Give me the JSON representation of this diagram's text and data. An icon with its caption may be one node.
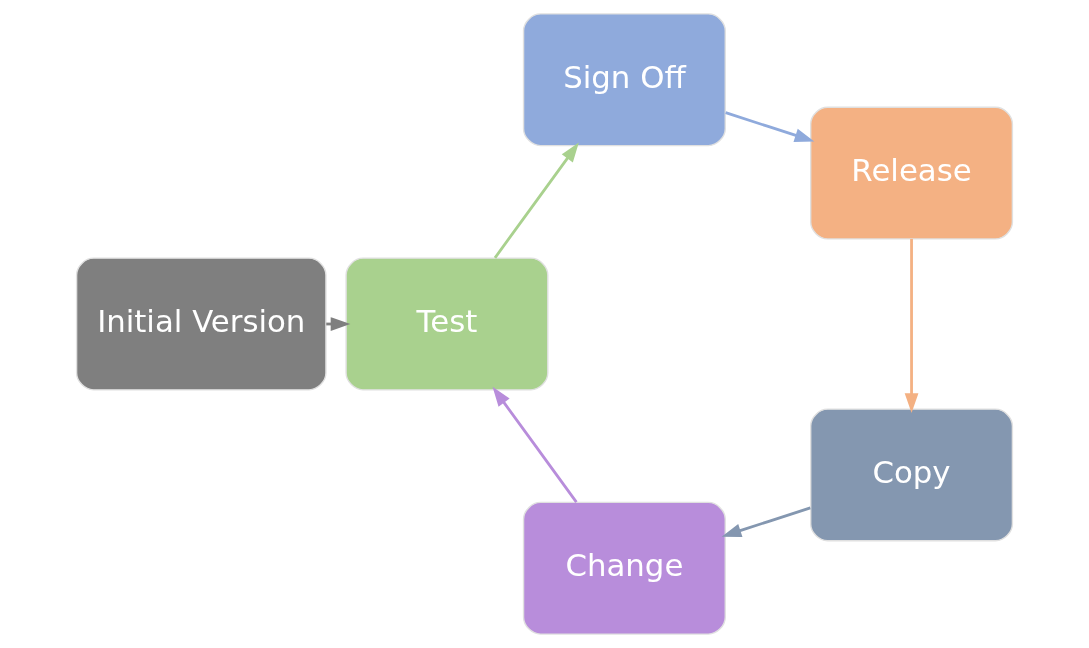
{
  "diagram": {
    "nodes": [
      {
        "text": [
          "Initial Version"
        ]
      },
      {
        "text": [
          "Test"
        ]
      },
      {
        "text": [
          "Sign Off"
        ]
      },
      {
        "text": [
          "Release"
        ]
      },
      {
        "text": [
          "Copy"
        ]
      },
      {
        "text": [
          "Change"
        ]
      }
    ],
    "edges": [
      {
        "from": 0,
        "to": 1,
        "arrow": "to",
        "color": "#7f7f7f"
      },
      {
        "from": 1,
        "to": 2,
        "arrow": "to",
        "color": "#a9d18e"
      },
      {
        "from": 2,
        "to": 3,
        "arrow": "to",
        "color": "#8faadc"
      },
      {
        "from": 3,
        "to": 4,
        "arrow": "to",
        "color": "#f4b183"
      },
      {
        "from": 4,
        "to": 5,
        "arrow": "to",
        "color": "#8497b0"
      },
      {
        "from": 5,
        "to": 1,
        "arrow": "to",
        "color": "#b88ddb"
      }
    ]
  }
}
